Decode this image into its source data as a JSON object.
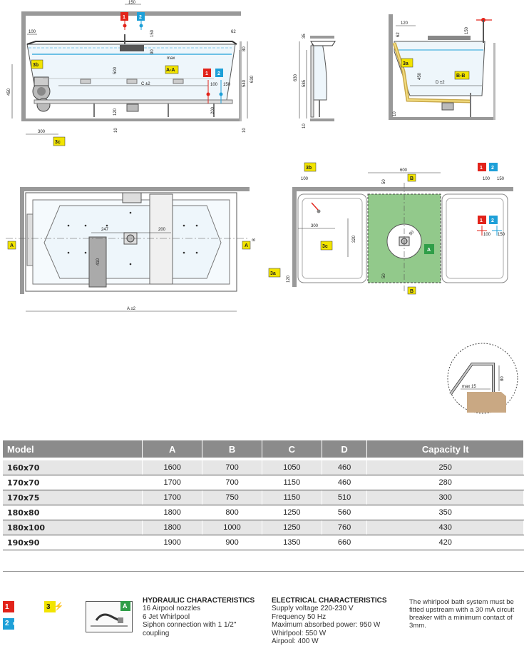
{
  "diagrams": {
    "top_left": {
      "dims": [
        "150",
        "100",
        "150",
        "90",
        "62",
        "80",
        "max",
        "A-A",
        "500",
        "540",
        "630",
        "450",
        "C ±2",
        "120",
        "100",
        "150",
        "200",
        "300",
        "10",
        "10"
      ],
      "markers": [
        "1",
        "2",
        "3b",
        "3c",
        "1",
        "2"
      ]
    },
    "top_mid": {
      "dims": [
        "35",
        "630",
        "585",
        "10"
      ]
    },
    "top_right": {
      "dims": [
        "120",
        "62",
        "150",
        "450",
        "D ±2",
        "B-B",
        "10"
      ],
      "markers": [
        "3a"
      ]
    },
    "plan_left": {
      "dims": [
        "247",
        "200",
        "410",
        "A ±2",
        "B"
      ],
      "markers": [
        "A",
        "A"
      ]
    },
    "plan_right": {
      "dims": [
        "100",
        "600",
        "50",
        "B",
        "100",
        "150",
        "300",
        "320",
        "90",
        "50",
        "100",
        "150",
        "120",
        "B"
      ],
      "markers": [
        "3b",
        "1",
        "2",
        "3c",
        "A",
        "3a",
        "1",
        "2"
      ]
    },
    "detail": {
      "dims": [
        "80",
        "max 15"
      ]
    }
  },
  "table": {
    "headers": [
      "Model",
      "A",
      "B",
      "C",
      "D",
      "Capacity lt"
    ],
    "rows": [
      [
        "160x70",
        "1600",
        "700",
        "1050",
        "460",
        "250"
      ],
      [
        "170x70",
        "1700",
        "700",
        "1150",
        "460",
        "280"
      ],
      [
        "170x75",
        "1700",
        "750",
        "1150",
        "510",
        "300"
      ],
      [
        "180x80",
        "1800",
        "800",
        "1250",
        "560",
        "350"
      ],
      [
        "180x100",
        "1800",
        "1000",
        "1250",
        "760",
        "430"
      ],
      [
        "190x90",
        "1900",
        "900",
        "1350",
        "660",
        "420"
      ]
    ]
  },
  "legend": {
    "squares": [
      {
        "num": "1",
        "color": "#e2231a",
        "symbol": "☼"
      },
      {
        "num": "2",
        "color": "#1ea0d8",
        "symbol": "❄❄"
      },
      {
        "num": "3",
        "color": "#f2e400",
        "symbol": "⚡"
      },
      {
        "num": "A",
        "color": "#2f9e48",
        "symbol": ""
      }
    ],
    "hydraulic": {
      "title": "HYDRAULIC CHARACTERISTICS",
      "lines": [
        "16 Airpool nozzles",
        "6 Jet Whirlpool",
        "Siphon connection with 1 1/2\"",
        "coupling"
      ]
    },
    "electrical": {
      "title": "ELECTRICAL CHARACTERISTICS",
      "lines": [
        "Supply voltage 220-230 V",
        "Frequency 50 Hz",
        "Maximum absorbed power: 950 W",
        "Whirlpool: 550 W",
        "Airpool: 400 W"
      ]
    },
    "note": "The whirlpool bath system must be fitted upstream with a 30 mA circuit breaker with a minimum contact of 3mm."
  },
  "colors": {
    "red": "#e2231a",
    "blue": "#1ea0d8",
    "yellow": "#f2e400",
    "green": "#2f9e48",
    "grey": "#8b8b8b"
  }
}
